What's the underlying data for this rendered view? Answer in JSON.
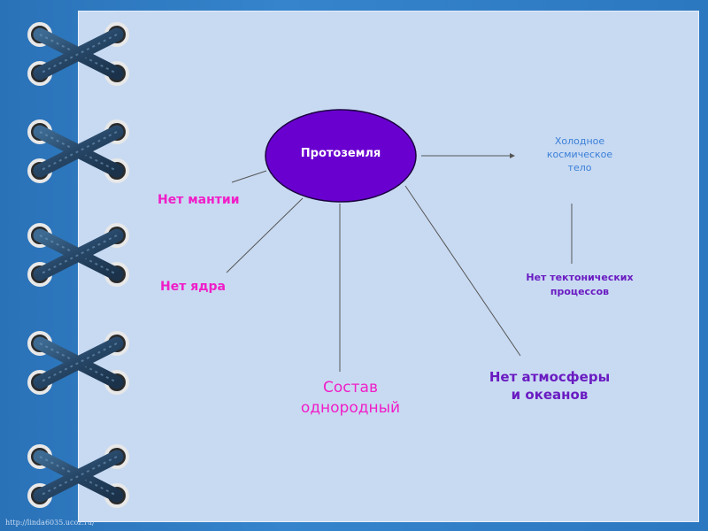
{
  "diagram": {
    "center": "Протоземля",
    "right_top": [
      "Холодное",
      "космическое",
      "тело"
    ],
    "right_bottom": [
      "Нет тектонических",
      "процессов"
    ],
    "no_mantle": "Нет мантии",
    "no_core": "Нет ядра",
    "composition": [
      "Состав",
      "однородный"
    ],
    "no_atmosphere": [
      "Нет атмосферы",
      "и океанов"
    ]
  },
  "footer": {
    "url": "http://linda6035.ucoz.ru/"
  },
  "colors": {
    "ellipse_fill": "#6a00d0",
    "pink": "#f01ec8",
    "purple": "#6a1bc2",
    "blue": "#3a7fd8",
    "lace": "#2c4d6e"
  }
}
